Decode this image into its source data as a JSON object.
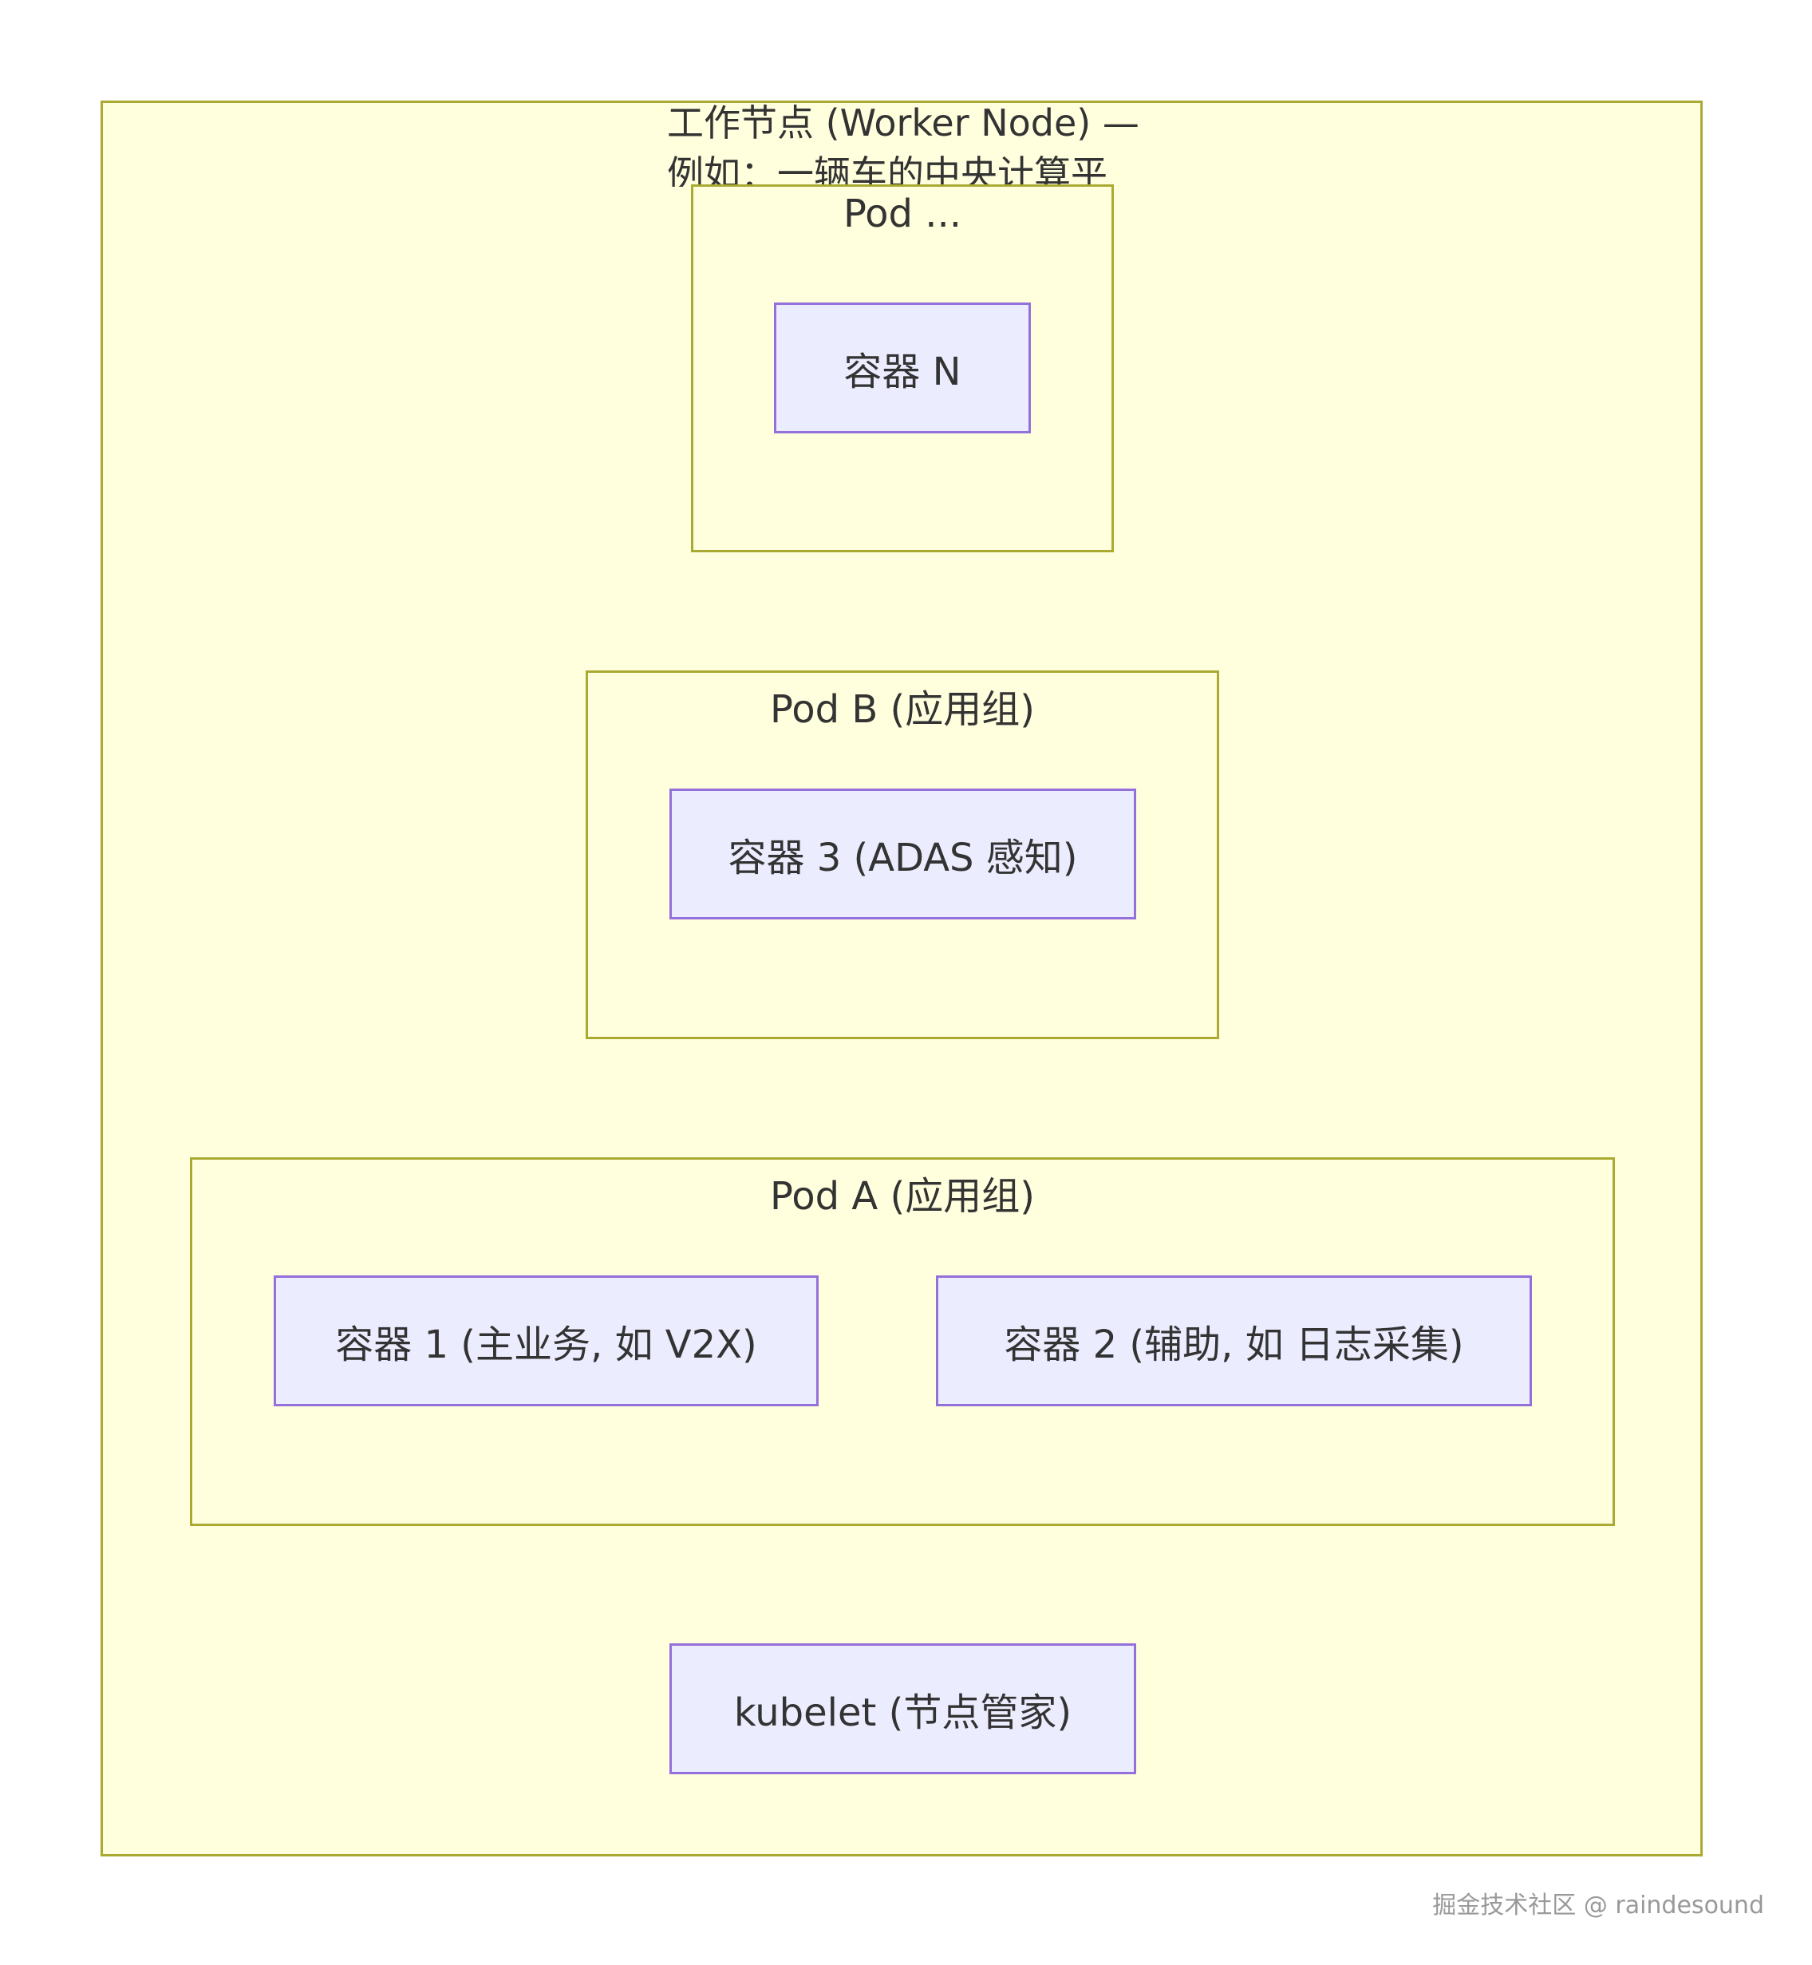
{
  "worker_node": {
    "title_line1": "工作节点 (Worker Node) —",
    "title_line2": "例如：一辆车的中央计算平"
  },
  "pod_n": {
    "title": "Pod ...",
    "container": "容器 N"
  },
  "pod_b": {
    "title": "Pod B (应用组)",
    "container": "容器 3 (ADAS 感知)"
  },
  "pod_a": {
    "title": "Pod A (应用组)",
    "container1": "容器 1 (主业务, 如 V2X)",
    "container2": "容器 2 (辅助, 如 日志采集)"
  },
  "kubelet": {
    "label": "kubelet (节点管家)"
  },
  "watermark": "掘金技术社区 @ raindesound",
  "colors": {
    "cluster_fill": "#ffffde",
    "cluster_border": "#aaaa33",
    "node_fill": "#ececff",
    "node_border": "#9370db",
    "text": "#333333"
  }
}
